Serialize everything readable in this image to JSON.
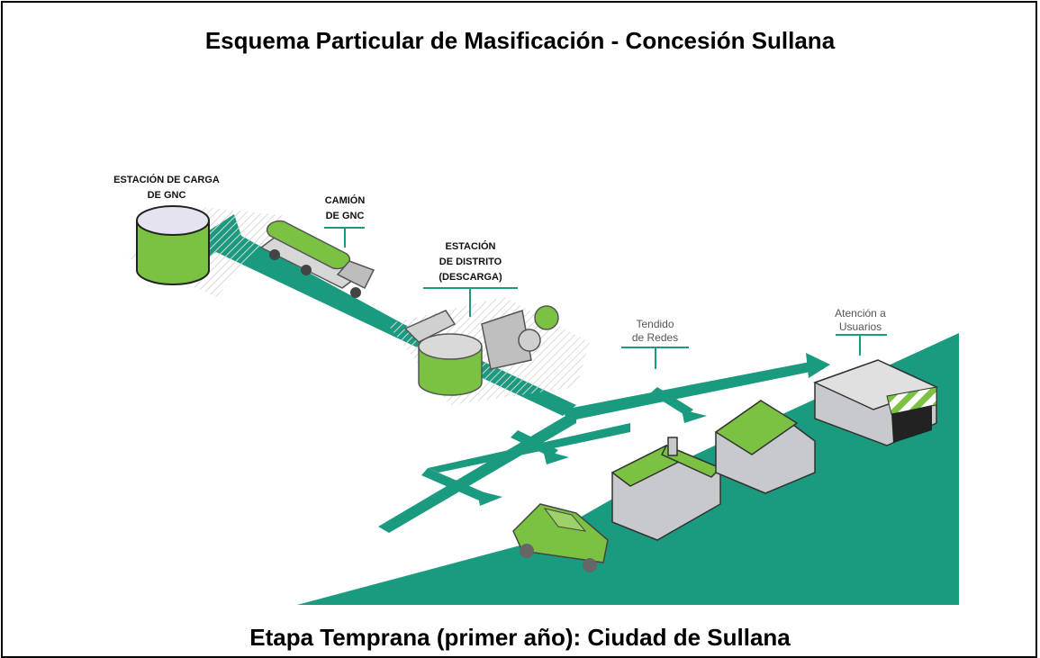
{
  "title": "Esquema Particular de Masificación - Concesión Sullana",
  "caption": "Etapa Temprana (primer año): Ciudad de Sullana",
  "labels": {
    "station_line1": "ESTACIÓN DE CARGA",
    "station_line2": "DE GNC",
    "truck_line1": "CAMIÓN",
    "truck_line2": "DE GNC",
    "district_line1": "ESTACIÓN",
    "district_line2": "DE DISTRITO",
    "district_line3": "(DESCARGA)",
    "network_line1": "Tendido",
    "network_line2": "de Redes",
    "users_line1": "Atención a",
    "users_line2": "Usuarios"
  },
  "colors": {
    "teal": "#1a9a7e",
    "green": "#7cc242",
    "grey": "#c8c9cc",
    "dark": "#333333"
  }
}
